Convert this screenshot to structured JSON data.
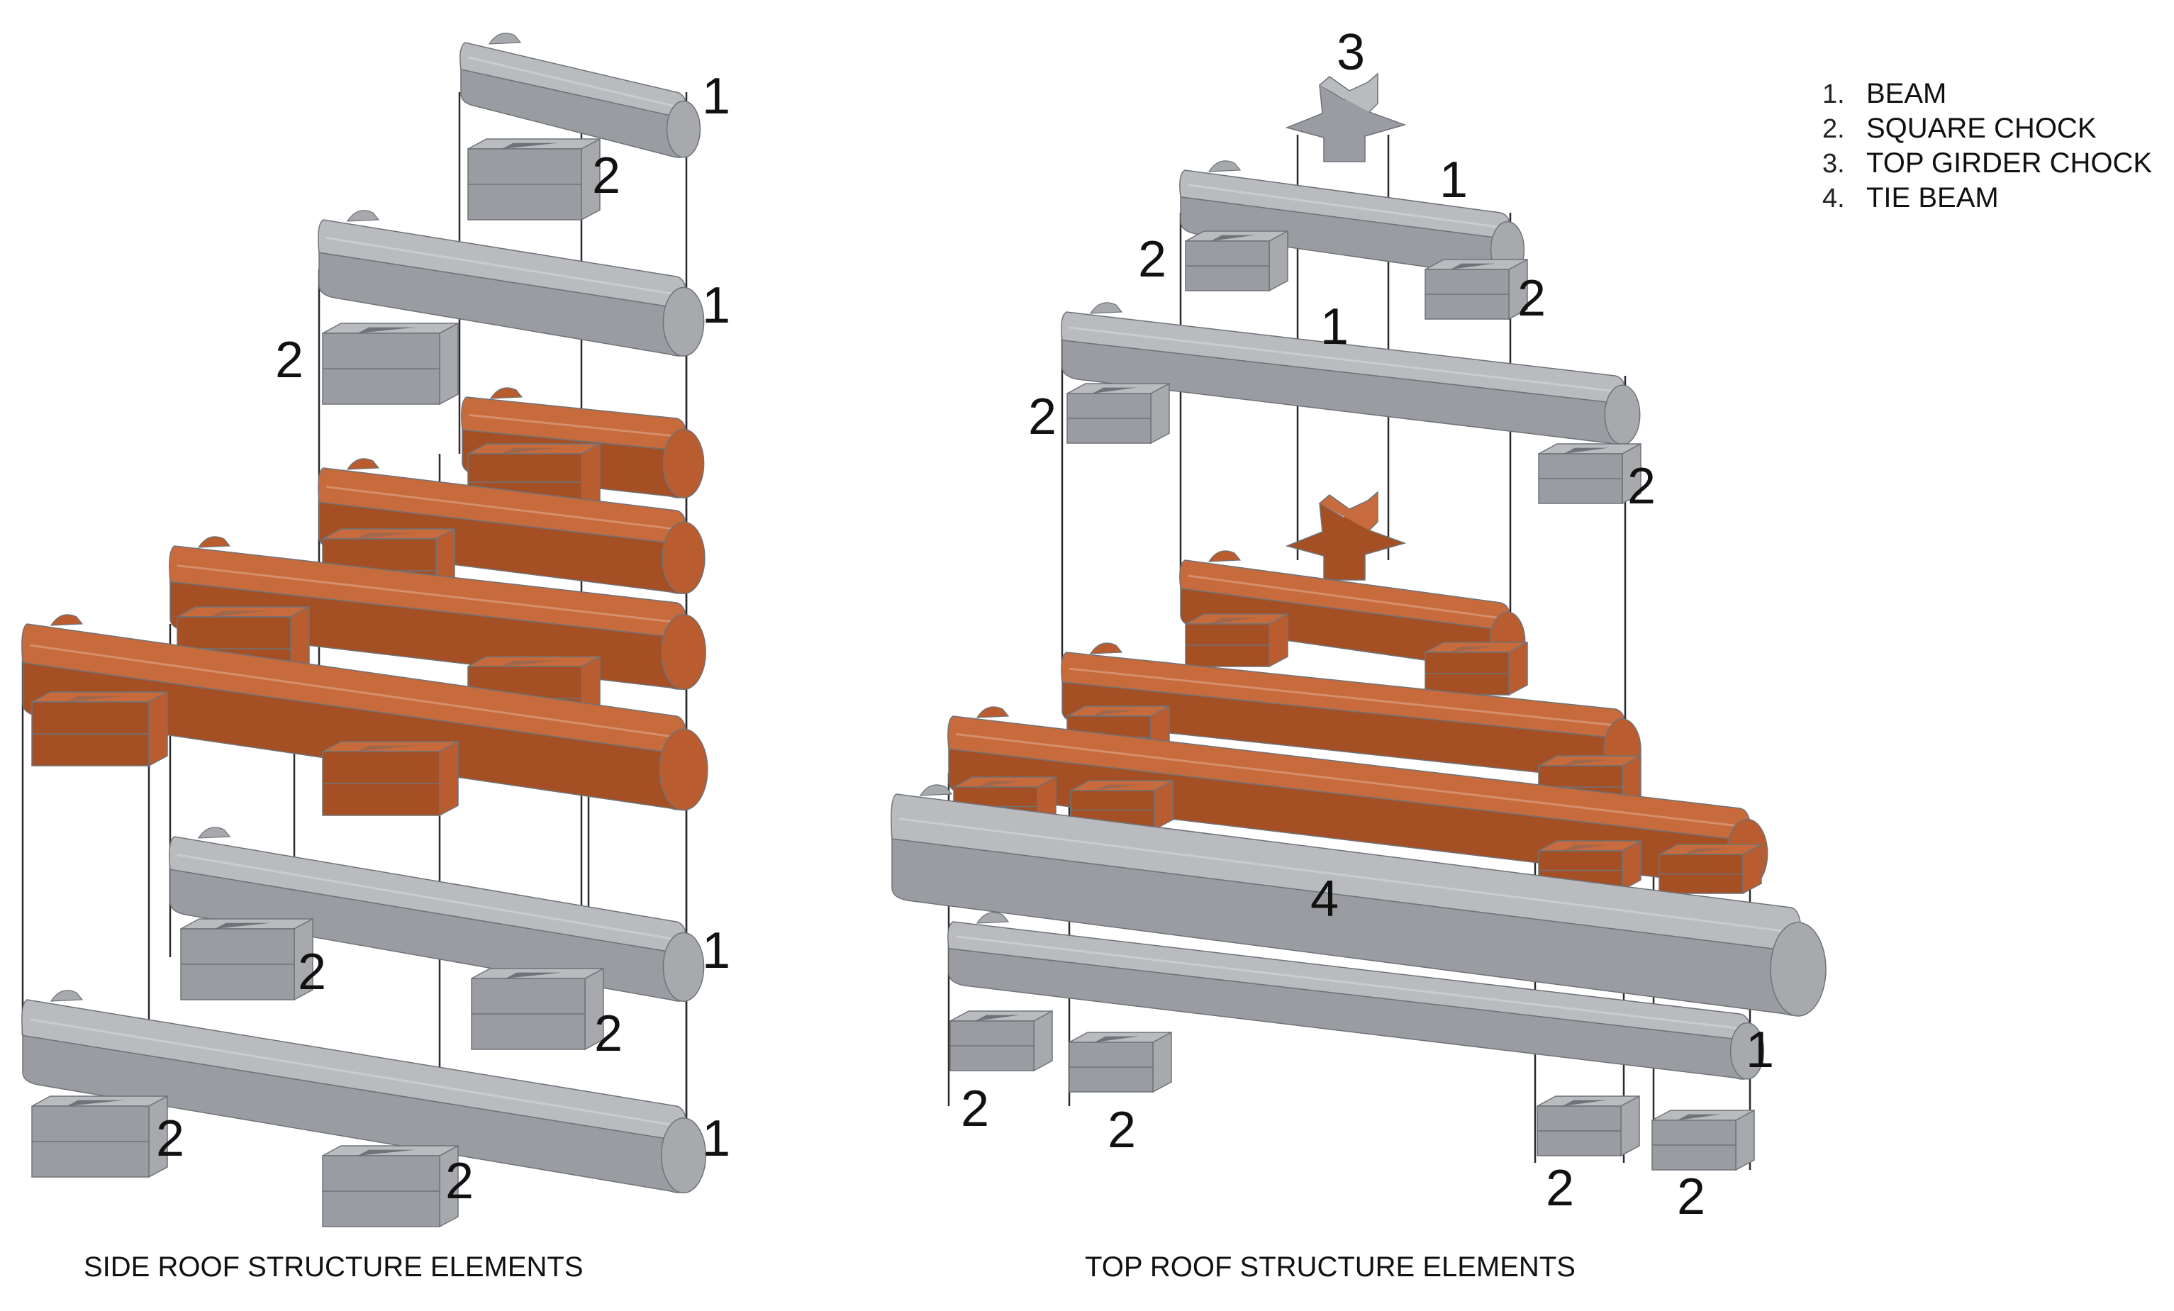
{
  "legend": {
    "items": [
      {
        "num": "1.",
        "label": "BEAM"
      },
      {
        "num": "2.",
        "label": "SQUARE CHOCK"
      },
      {
        "num": "3.",
        "label": "TOP GIRDER CHOCK"
      },
      {
        "num": "4.",
        "label": "TIE BEAM"
      }
    ]
  },
  "side": {
    "caption": "SIDE ROOF STRUCTURE ELEMENTS",
    "beam_label": "1",
    "chock_label": "2"
  },
  "top": {
    "caption": "TOP ROOF STRUCTURE ELEMENTS",
    "beam_label": "1",
    "chock_label": "2",
    "girder_chock_label": "3",
    "tie_beam_label": "4"
  },
  "colors": {
    "grey_top": "#b9bbbf",
    "grey_front": "#9a9ca1",
    "grey_end": "#a7a9ad",
    "orange_top": "#c76a3c",
    "orange_front": "#a54f25",
    "orange_end": "#b95c2f",
    "edge": "#6f7378"
  }
}
